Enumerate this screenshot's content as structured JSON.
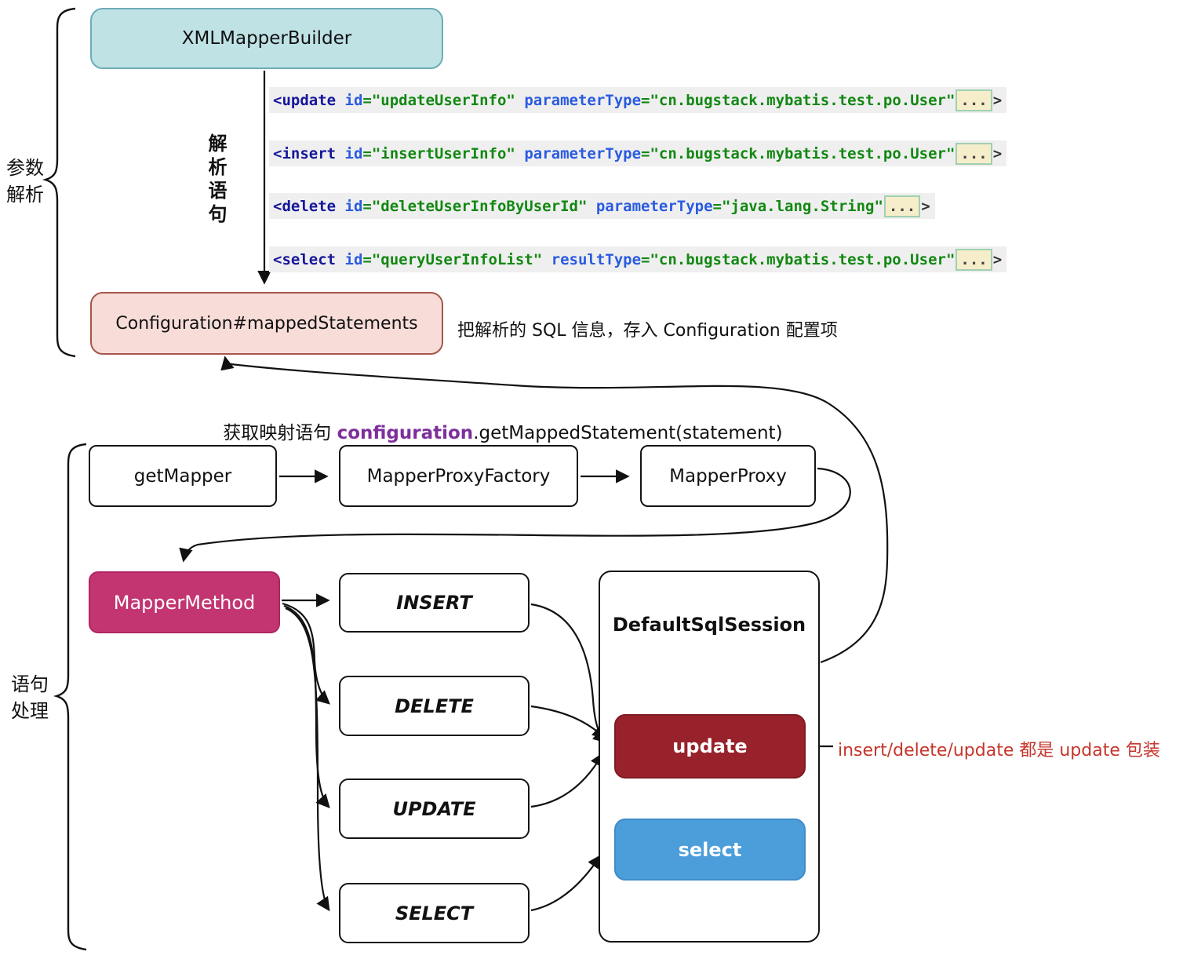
{
  "boxes": {
    "xml_mapper_builder": "XMLMapperBuilder",
    "configuration": "Configuration#mappedStatements",
    "get_mapper": "getMapper",
    "mapper_proxy_factory": "MapperProxyFactory",
    "mapper_proxy": "MapperProxy",
    "mapper_method": "MapperMethod",
    "insert_cmd": "INSERT",
    "delete_cmd": "DELETE",
    "update_cmd": "UPDATE",
    "select_cmd": "SELECT",
    "default_sql_session": "DefaultSqlSession",
    "update_method": "update",
    "select_method": "select"
  },
  "labels": {
    "param_bracket": [
      "参数",
      "解析"
    ],
    "stmt_bracket": [
      "语句",
      "处理"
    ],
    "parse_stmt_vertical": "解析语句"
  },
  "annotations": {
    "store_sql": "把解析的 SQL 信息，存入 Configuration 配置项",
    "get_mapped_prefix": "获取映射语句 ",
    "get_mapped_hl": "configuration",
    "get_mapped_rest": ".getMappedStatement(statement)",
    "update_note": "insert/delete/update 都是 update 包装"
  },
  "code_lines": [
    {
      "open": "<update ",
      "attr1_name": "id",
      "attr1_value": "=\"updateUserInfo\" ",
      "attr2_name": "parameterType",
      "attr2_value": "=\"cn.bugstack.mybatis.test.po.User\"",
      "ellipsis": "...",
      "close": ">"
    },
    {
      "open": "<insert ",
      "attr1_name": "id",
      "attr1_value": "=\"insertUserInfo\" ",
      "attr2_name": "parameterType",
      "attr2_value": "=\"cn.bugstack.mybatis.test.po.User\"",
      "ellipsis": "...",
      "close": ">"
    },
    {
      "open": "<delete ",
      "attr1_name": "id",
      "attr1_value": "=\"deleteUserInfoByUserId\" ",
      "attr2_name": "parameterType",
      "attr2_value": "=\"java.lang.String\"",
      "ellipsis": "...",
      "close": ">"
    },
    {
      "open": "<select ",
      "attr1_name": "id",
      "attr1_value": "=\"queryUserInfoList\" ",
      "attr2_name": "resultType",
      "attr2_value": "=\"cn.bugstack.mybatis.test.po.User\"",
      "ellipsis": "...",
      "close": ">"
    }
  ],
  "colors": {
    "teal_box_bg": "#bfe2e5",
    "teal_box_border": "#6cacb6",
    "pink_box_bg": "#f7dcd8",
    "pink_box_border": "#a6564a",
    "magenta_box_bg": "#c23571",
    "dark_red_box_bg": "#98222b",
    "blue_box_bg": "#4c9edb",
    "code_tag": "#16169c",
    "code_attr_name": "#2a5be0",
    "code_attr_value": "#128812",
    "code_line_bg": "#efefef",
    "ellipsis_bg": "#f6eecb",
    "ellipsis_border": "#9fd0b0",
    "note_red": "#c5352b",
    "code_highlight_purple": "#7d2f9b"
  }
}
